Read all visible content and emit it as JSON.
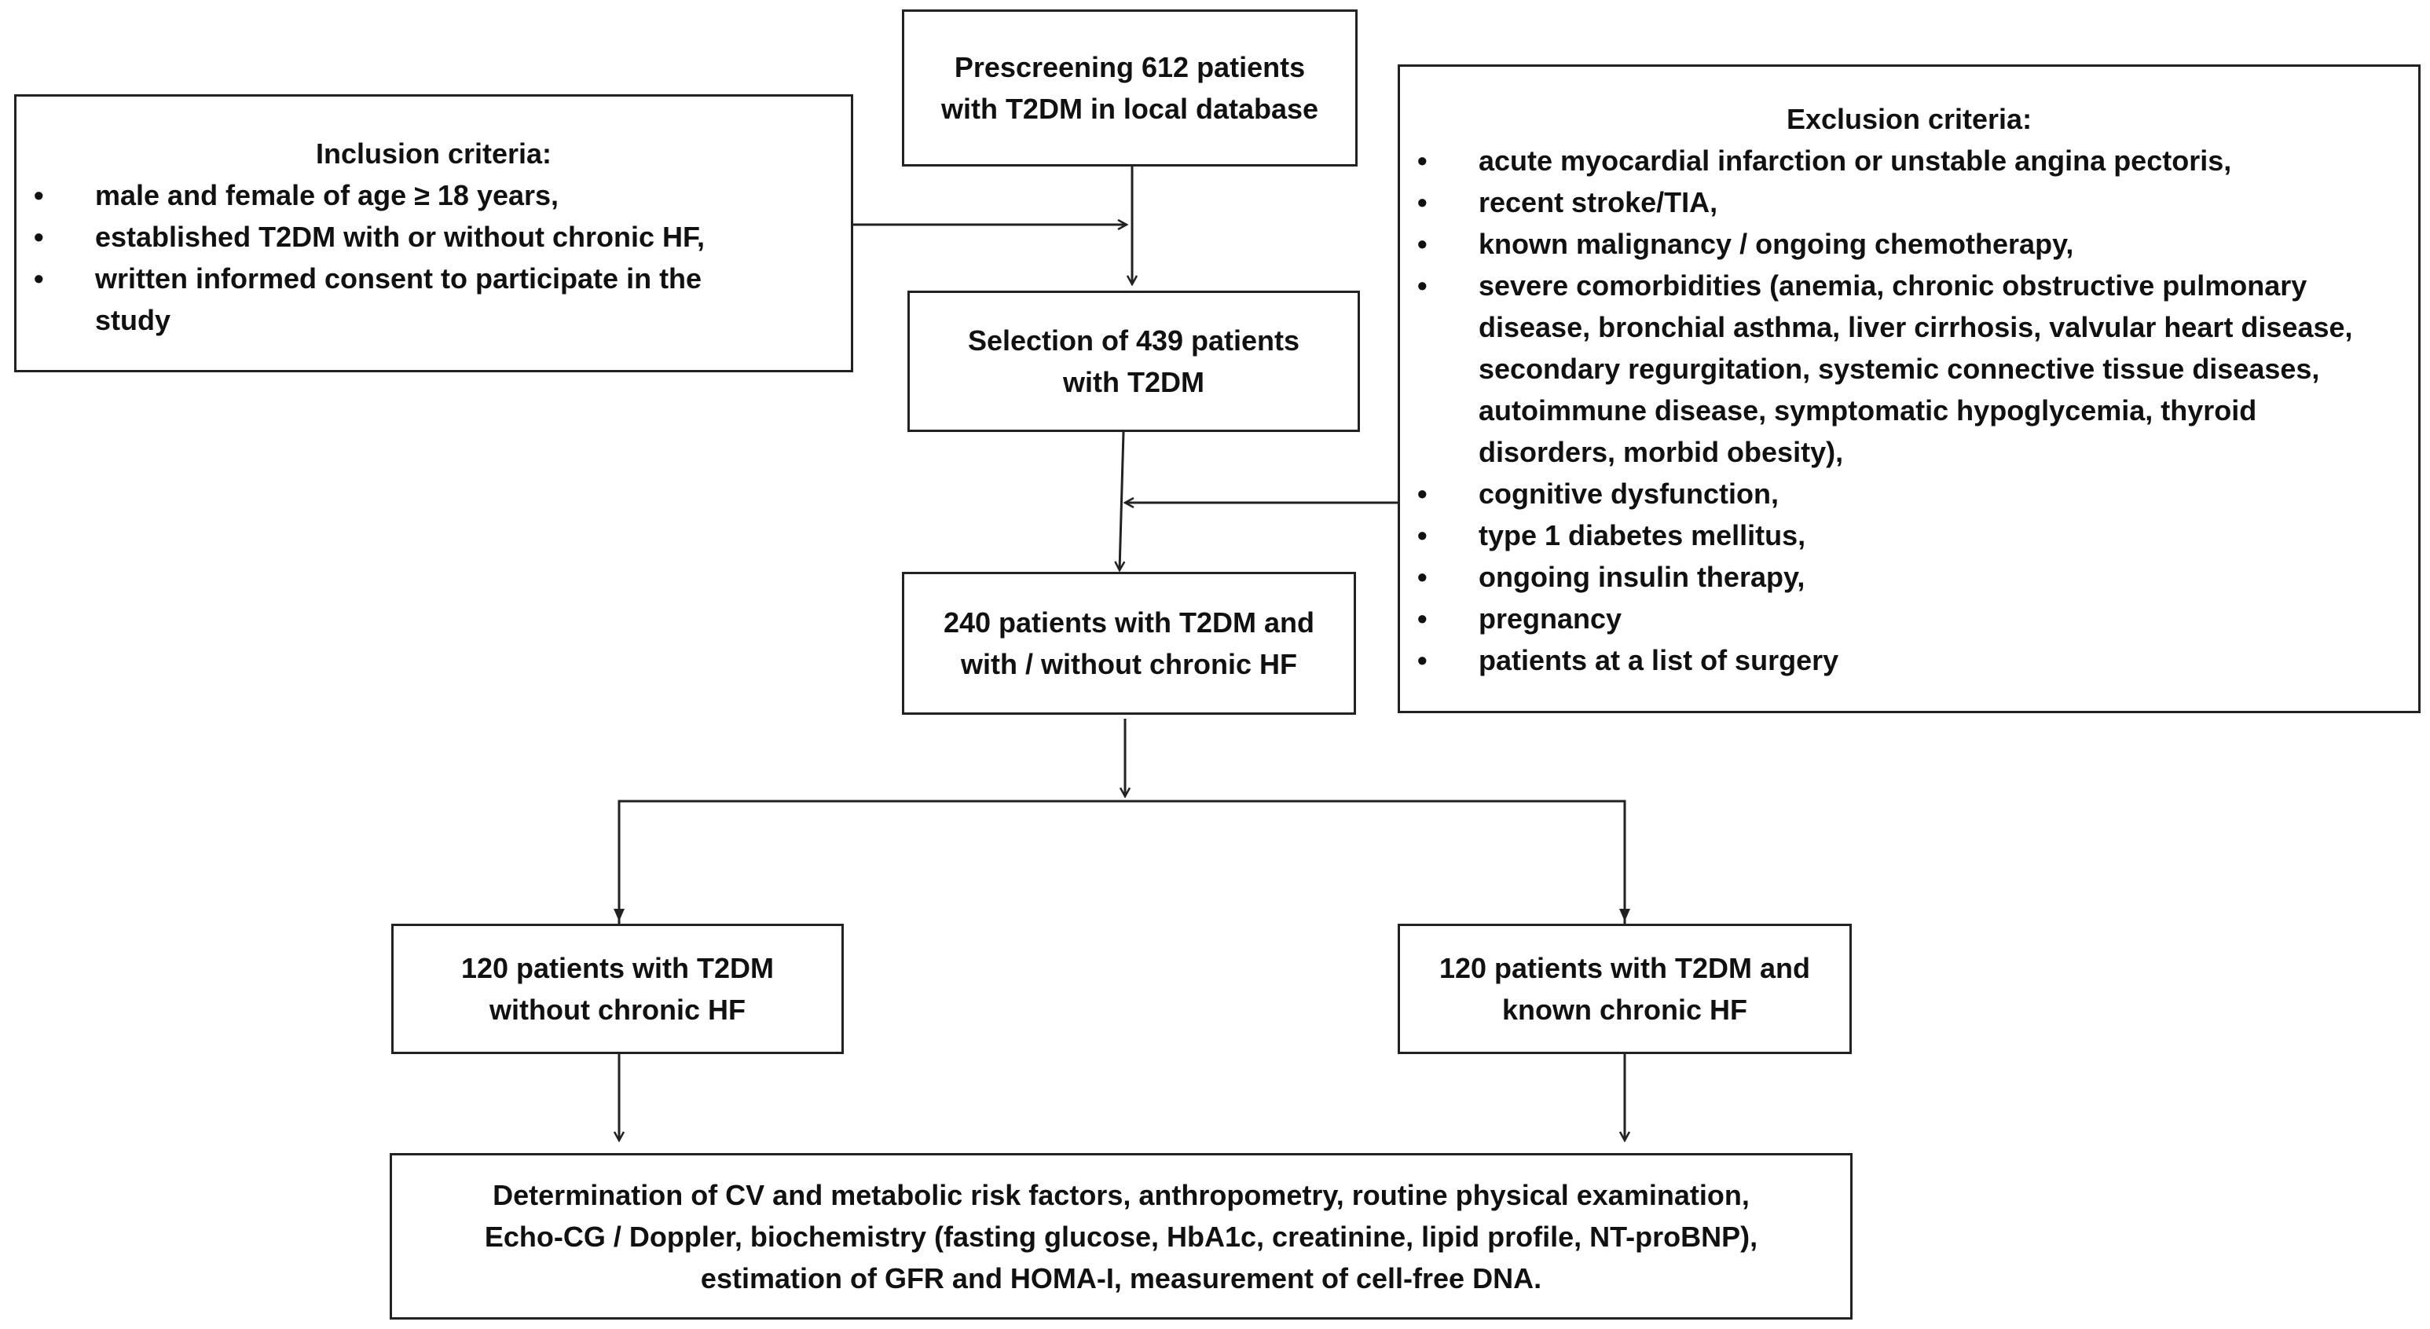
{
  "prescreening": {
    "line1": "Prescreening 612 patients",
    "line2": "with T2DM in local database"
  },
  "inclusion": {
    "title": "Inclusion criteria:",
    "items": [
      "male and female of age ≥ 18 years,",
      "established T2DM with or without chronic HF,",
      "written informed consent to participate in the",
      "study"
    ]
  },
  "selection": {
    "line1": "Selection of 439 patients",
    "line2": "with T2DM"
  },
  "exclusion": {
    "title": "Exclusion criteria:",
    "items": [
      "acute myocardial infarction or unstable angina pectoris,",
      "recent stroke/TIA,",
      "known malignancy / ongoing chemotherapy,",
      "severe comorbidities (anemia, chronic obstructive pulmonary",
      "disease, bronchial asthma, liver cirrhosis, valvular heart disease,",
      "secondary regurgitation, systemic connective tissue diseases,",
      "autoimmune disease, symptomatic hypoglycemia, thyroid",
      "disorders, morbid obesity),",
      "cognitive dysfunction,",
      "type 1 diabetes mellitus,",
      "ongoing insulin therapy,",
      "pregnancy",
      "patients at a list of surgery"
    ]
  },
  "enrolled": {
    "line1": "240 patients with T2DM and",
    "line2": "with / without chronic HF"
  },
  "group_without_hf": {
    "line1": "120 patients with T2DM",
    "line2": "without chronic HF"
  },
  "group_with_hf": {
    "line1": "120 patients with T2DM and",
    "line2": "known chronic HF"
  },
  "assessment": {
    "line1": "Determination of CV and metabolic risk factors,  anthropometry, routine physical examination,",
    "line2": "Echo-CG / Doppler, biochemistry (fasting glucose, HbA1c, creatinine, lipid profile, NT-proBNP),",
    "line3": "estimation of GFR and HOMA-I, measurement of cell-free DNA."
  }
}
